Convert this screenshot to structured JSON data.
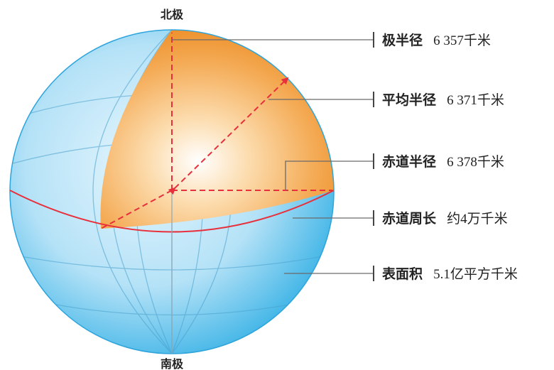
{
  "diagram": {
    "labels": {
      "north_pole": "北极",
      "south_pole": "南极"
    },
    "callouts": [
      {
        "name": "polar-radius",
        "term": "极半径",
        "value": "6 357千米"
      },
      {
        "name": "mean-radius",
        "term": "平均半径",
        "value": "6 371千米"
      },
      {
        "name": "equatorial-radius",
        "term": "赤道半径",
        "value": "6 378千米"
      },
      {
        "name": "equator-circumference",
        "term": "赤道周长",
        "value": "约4万千米"
      },
      {
        "name": "surface-area",
        "term": "表面积",
        "value": "5.1亿平方千米"
      }
    ],
    "colors": {
      "ocean_light": "#e4f5fd",
      "ocean_dark": "#41b5e6",
      "cutaway_light": "#ffffff",
      "cutaway_dark": "#ef8d22",
      "radius_line": "#e8303c",
      "equator": "#e8303c",
      "leader_line": "#6a6a6a"
    }
  }
}
